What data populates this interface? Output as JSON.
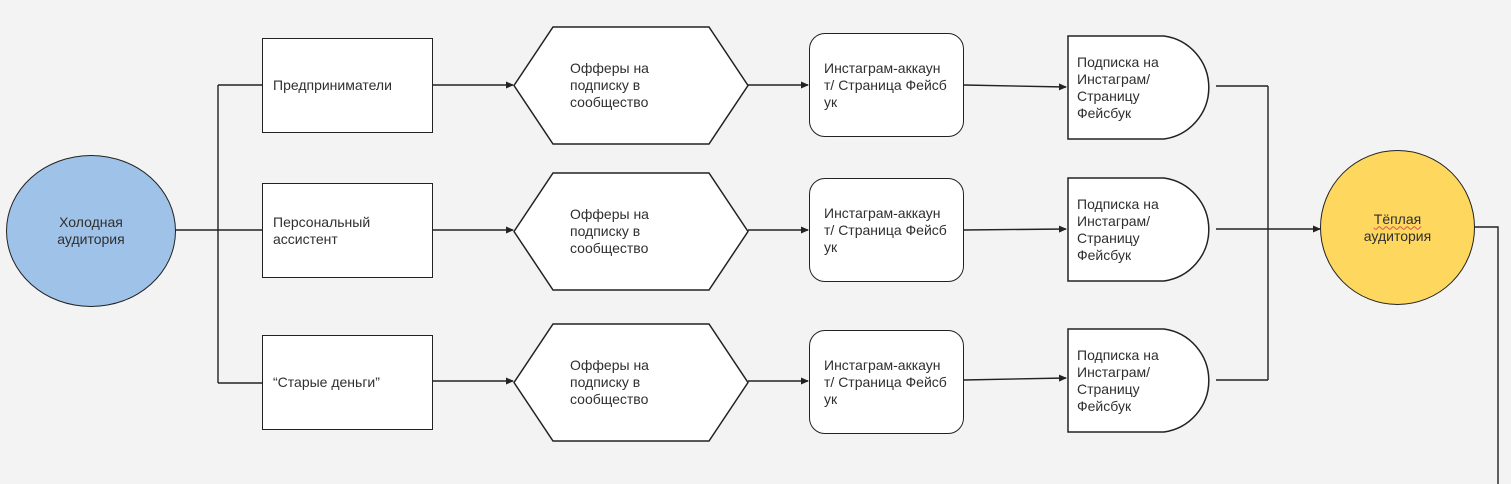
{
  "start": {
    "label": "Холодная аудитория"
  },
  "end": {
    "label_word1": "Тёплая",
    "label_word2": "аудитория"
  },
  "rows": [
    {
      "segment": "Предприниматели",
      "offer": "Офферы на подписку в сообщество",
      "channel": "Инстаграм-аккаунт/ Страница Фейсбук",
      "result": "Подписка на Инстаграм/ Страницу Фейсбук"
    },
    {
      "segment": "Персональный ассистент",
      "offer": "Офферы на подписку в сообщество",
      "channel": "Инстаграм-аккаунт/ Страница Фейсбук",
      "result": "Подписка на Инстаграм/ Страницу Фейсбук"
    },
    {
      "segment": "“Старые деньги”",
      "offer": "Офферы на подписку в сообщество",
      "channel": "Инстаграм-аккаунт/ Страница Фейсбук",
      "result": "Подписка на Инстаграм/ Страницу Фейсбук"
    }
  ],
  "colors": {
    "cold": "#9fc3e8",
    "warm": "#fed75f",
    "stroke": "#222222"
  }
}
